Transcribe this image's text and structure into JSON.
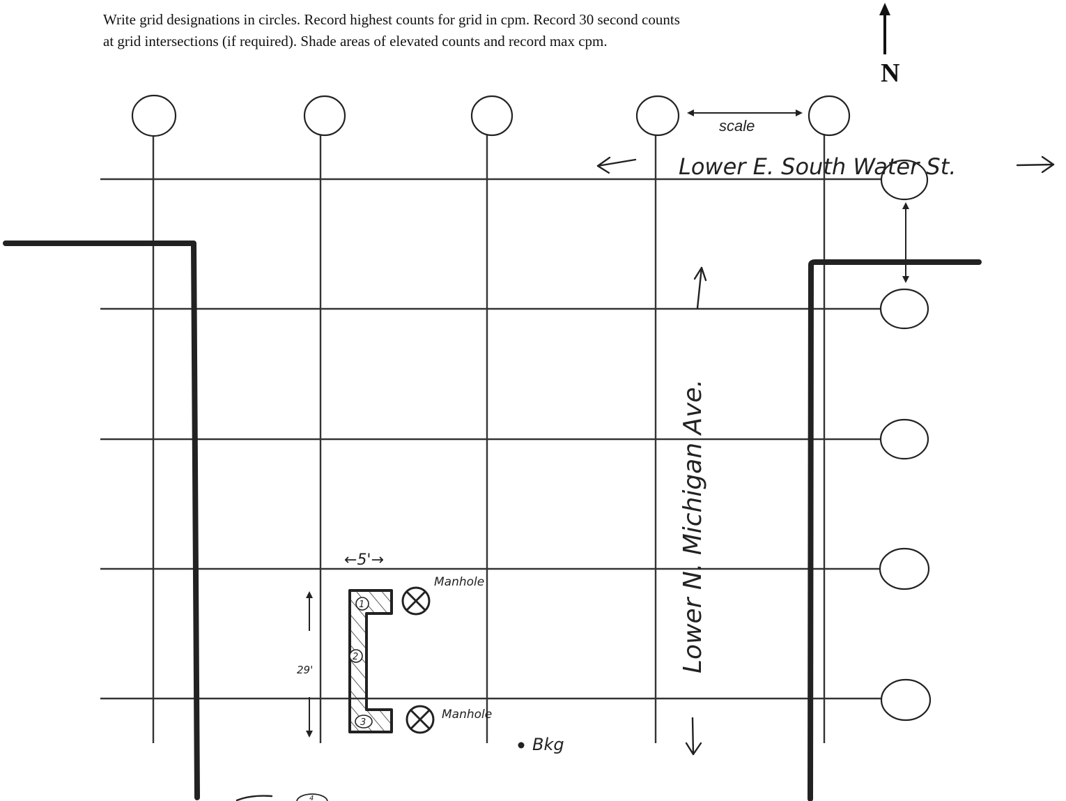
{
  "instructions": {
    "line1": "Write grid designations in circles.  Record highest counts for grid in cpm.  Record 30 second counts",
    "line2": "at grid intersections (if required).  Shade areas of elevated counts and record max cpm."
  },
  "north_label": "N",
  "scale_label": "scale",
  "streets": {
    "horizontal": "Lower E. South Water St.",
    "vertical": "Lower N. Michigan Ave."
  },
  "annotations": {
    "width_label": "5'",
    "length_label": "29'",
    "manhole_top": "Manhole",
    "manhole_bottom": "Manhole",
    "background": "Bkg",
    "sample_1": "1",
    "sample_2": "2",
    "sample_3": "3",
    "bottom_partial": "4"
  }
}
